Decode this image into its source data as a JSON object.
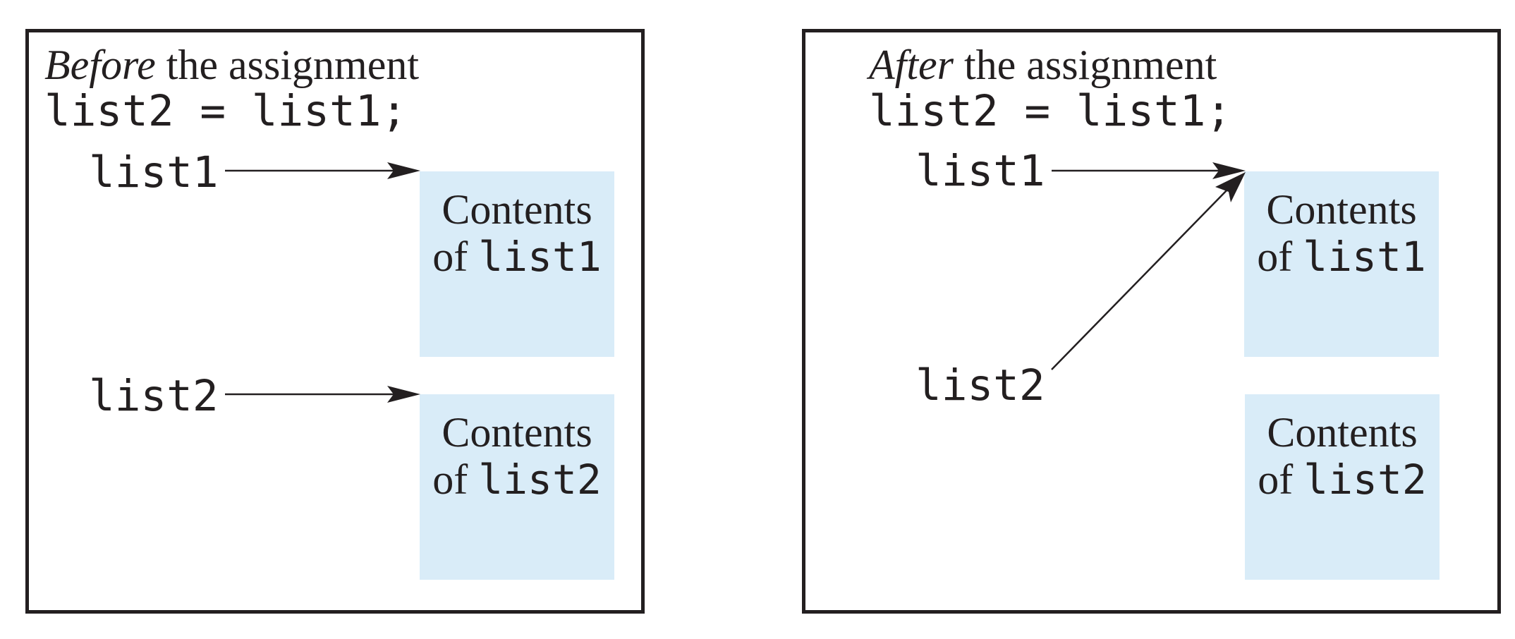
{
  "before": {
    "caption_emphasis": "Before",
    "caption_rest": " the assignment",
    "code": "list2 = list1;",
    "ref1": "list1",
    "ref2": "list2",
    "block1": {
      "line1": "Contents",
      "of": "of ",
      "name": "list1"
    },
    "block2": {
      "line1": "Contents",
      "of": "of ",
      "name": "list2"
    }
  },
  "after": {
    "caption_emphasis": "After",
    "caption_rest": " the assignment",
    "code": "list2 = list1;",
    "ref1": "list1",
    "ref2": "list2",
    "block1": {
      "line1": "Contents",
      "of": "of ",
      "name": "list1"
    },
    "block2": {
      "line1": "Contents",
      "of": "of ",
      "name": "list2"
    }
  },
  "colors": {
    "block_fill": "#d9ecf8",
    "ink": "#231f20"
  }
}
